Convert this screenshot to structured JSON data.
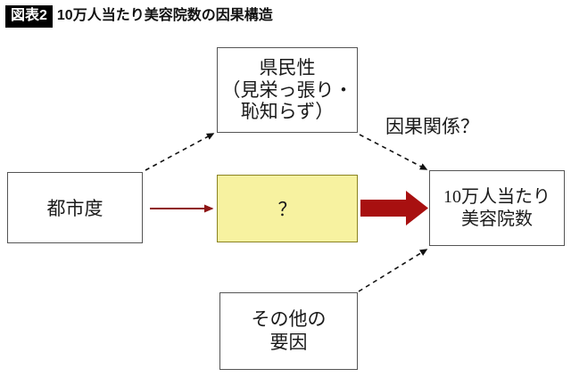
{
  "header": {
    "badge": "図表2",
    "title": "10万人当たり美容院数の因果構造"
  },
  "diagram": {
    "type": "causal-structure-diagram",
    "nodes": [
      {
        "id": "kenminsei",
        "label": "県民性\n（見栄っ張り・\n恥知らず）",
        "fill": "#ffffff",
        "border": "#555555"
      },
      {
        "id": "toshido",
        "label": "都市度",
        "fill": "#ffffff",
        "border": "#555555"
      },
      {
        "id": "unknown",
        "label": "？",
        "fill": "#f7f2a0",
        "border": "#8a8322"
      },
      {
        "id": "sonota",
        "label": "その他の\n要因",
        "fill": "#ffffff",
        "border": "#555555"
      },
      {
        "id": "outcome",
        "label": "10万人当たり\n美容院数",
        "fill": "#ffffff",
        "border": "#555555"
      }
    ],
    "edges": [
      {
        "id": "toshido-to-kenminsei",
        "from": "toshido",
        "to": "kenminsei",
        "style": "dashed",
        "color": "#111111"
      },
      {
        "id": "kenminsei-to-outcome",
        "from": "kenminsei",
        "to": "outcome",
        "style": "dashed",
        "color": "#111111"
      },
      {
        "id": "sonota-to-outcome",
        "from": "sonota",
        "to": "outcome",
        "style": "dashed",
        "color": "#111111"
      },
      {
        "id": "toshido-to-unknown",
        "from": "toshido",
        "to": "unknown",
        "style": "solid-thin",
        "color": "#8e1616"
      },
      {
        "id": "unknown-to-outcome",
        "from": "unknown",
        "to": "outcome",
        "style": "solid-thick",
        "color": "#a81010"
      }
    ],
    "annotations": [
      {
        "id": "causality",
        "text": "因果関係？"
      }
    ]
  }
}
